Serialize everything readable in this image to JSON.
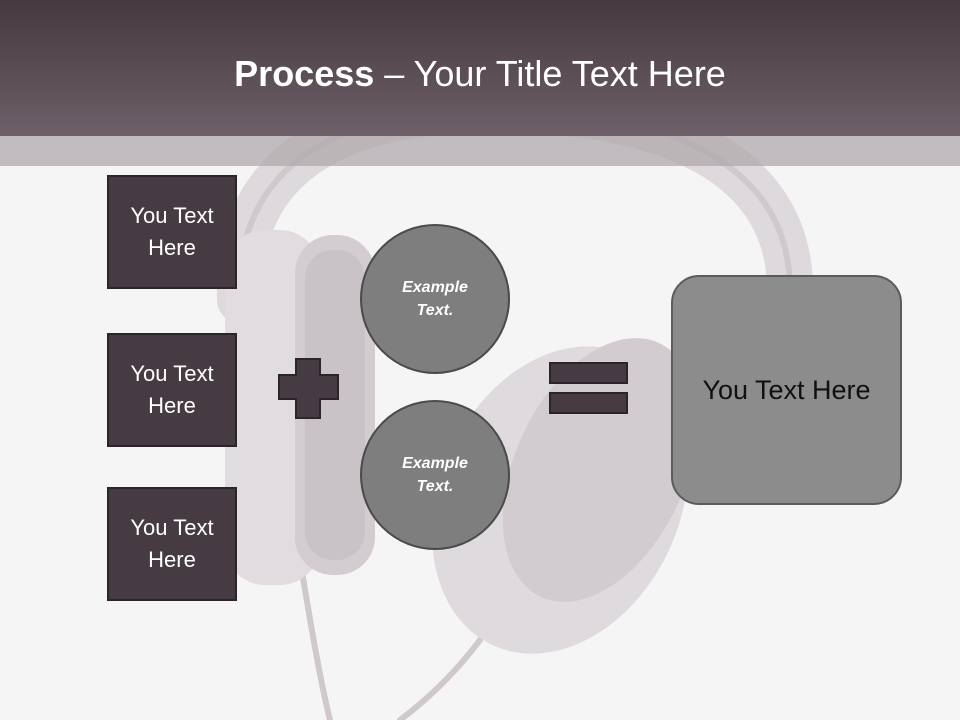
{
  "slide": {
    "title_bold": "Process",
    "title_rest": " – Your Title Text Here"
  },
  "inputs": [
    {
      "label": "You Text Here"
    },
    {
      "label": "You Text Here"
    },
    {
      "label": "You Text Here"
    }
  ],
  "circles": [
    {
      "label": "Example Text."
    },
    {
      "label": "Example Text."
    }
  ],
  "result": {
    "label": "You Text Here"
  },
  "colors": {
    "header_dark": "#46393f",
    "header_light": "#6e5f68",
    "box_fill": "#463b42",
    "circle_fill": "#7e7e7e",
    "result_fill": "#8c8c8c",
    "background": "#f6f5f6"
  },
  "icons": {
    "plus": "plus-icon",
    "equals": "equals-icon",
    "background_art": "headphones-icon"
  }
}
